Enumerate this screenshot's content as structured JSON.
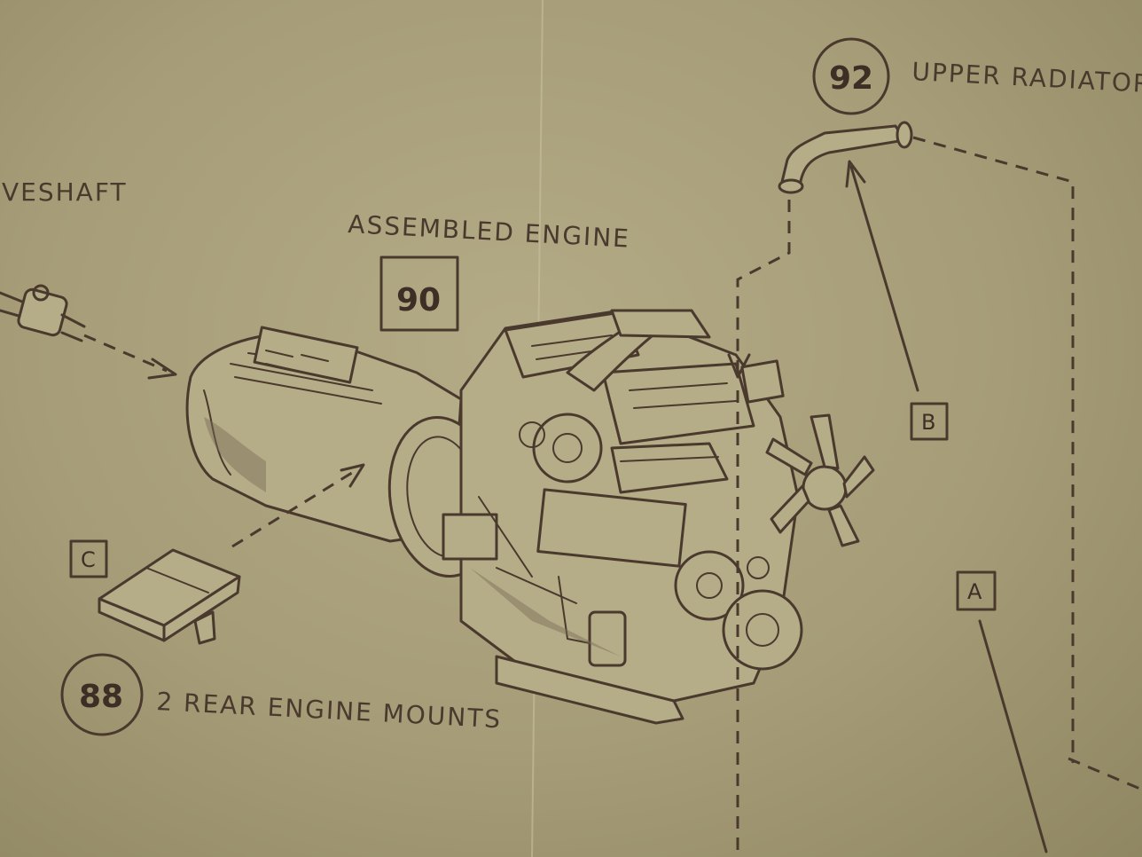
{
  "labels": {
    "driveshaft": "VESHAFT",
    "assembled_engine": "ASSEMBLED ENGINE",
    "upper_radiator": "UPPER RADIATOR",
    "rear_engine_mounts": "2 REAR ENGINE MOUNTS"
  },
  "part_numbers": {
    "engine": "90",
    "radiator_hose": "92",
    "engine_mounts": "88"
  },
  "callout_letters": {
    "a": "A",
    "b": "B",
    "c": "C"
  },
  "colors": {
    "paper": "#a49a74",
    "ink": "#4a3a2e"
  }
}
